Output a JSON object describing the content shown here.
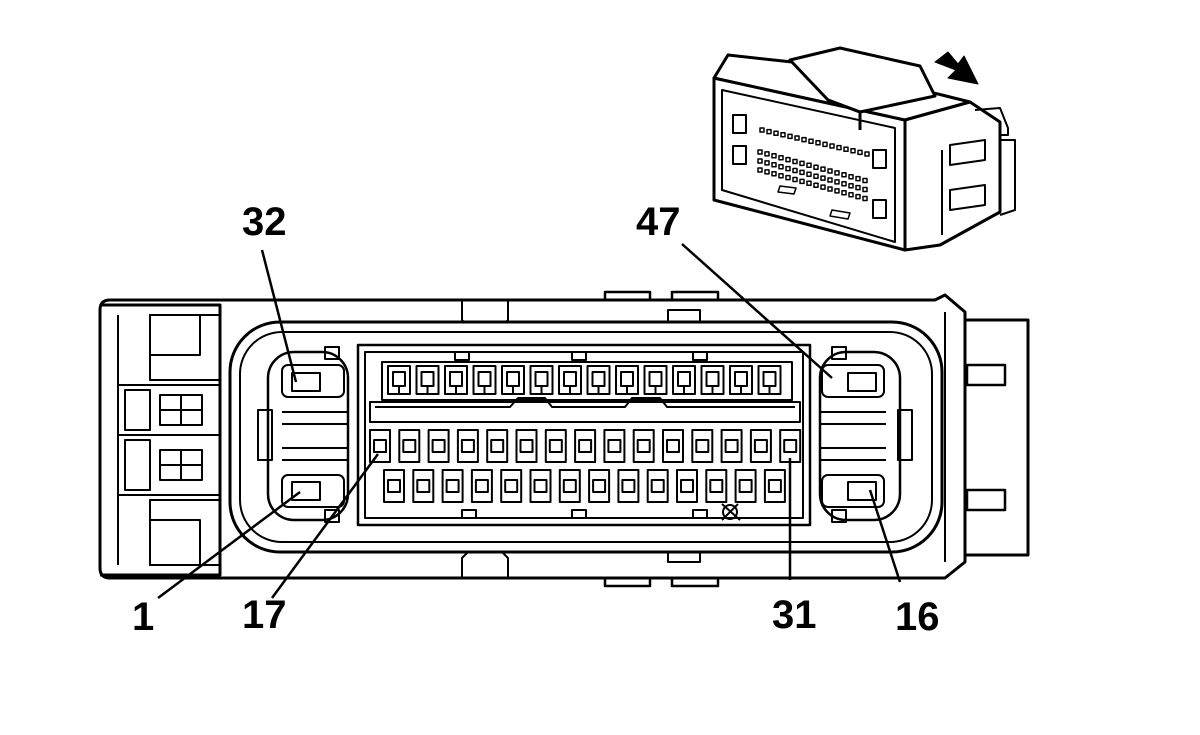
{
  "labels": {
    "pin_32": "32",
    "pin_47": "47",
    "pin_1": "1",
    "pin_17": "17",
    "pin_31": "31",
    "pin_16": "16"
  },
  "connector": {
    "top_row_terminals": 14,
    "bottom_row_terminals": 15,
    "upper_small_terminals": 14
  },
  "colors": {
    "line": "#000000",
    "fill": "#ffffff",
    "arrow": "#000000"
  },
  "icons": {
    "direction_arrow": "arrow-down-right-icon"
  }
}
